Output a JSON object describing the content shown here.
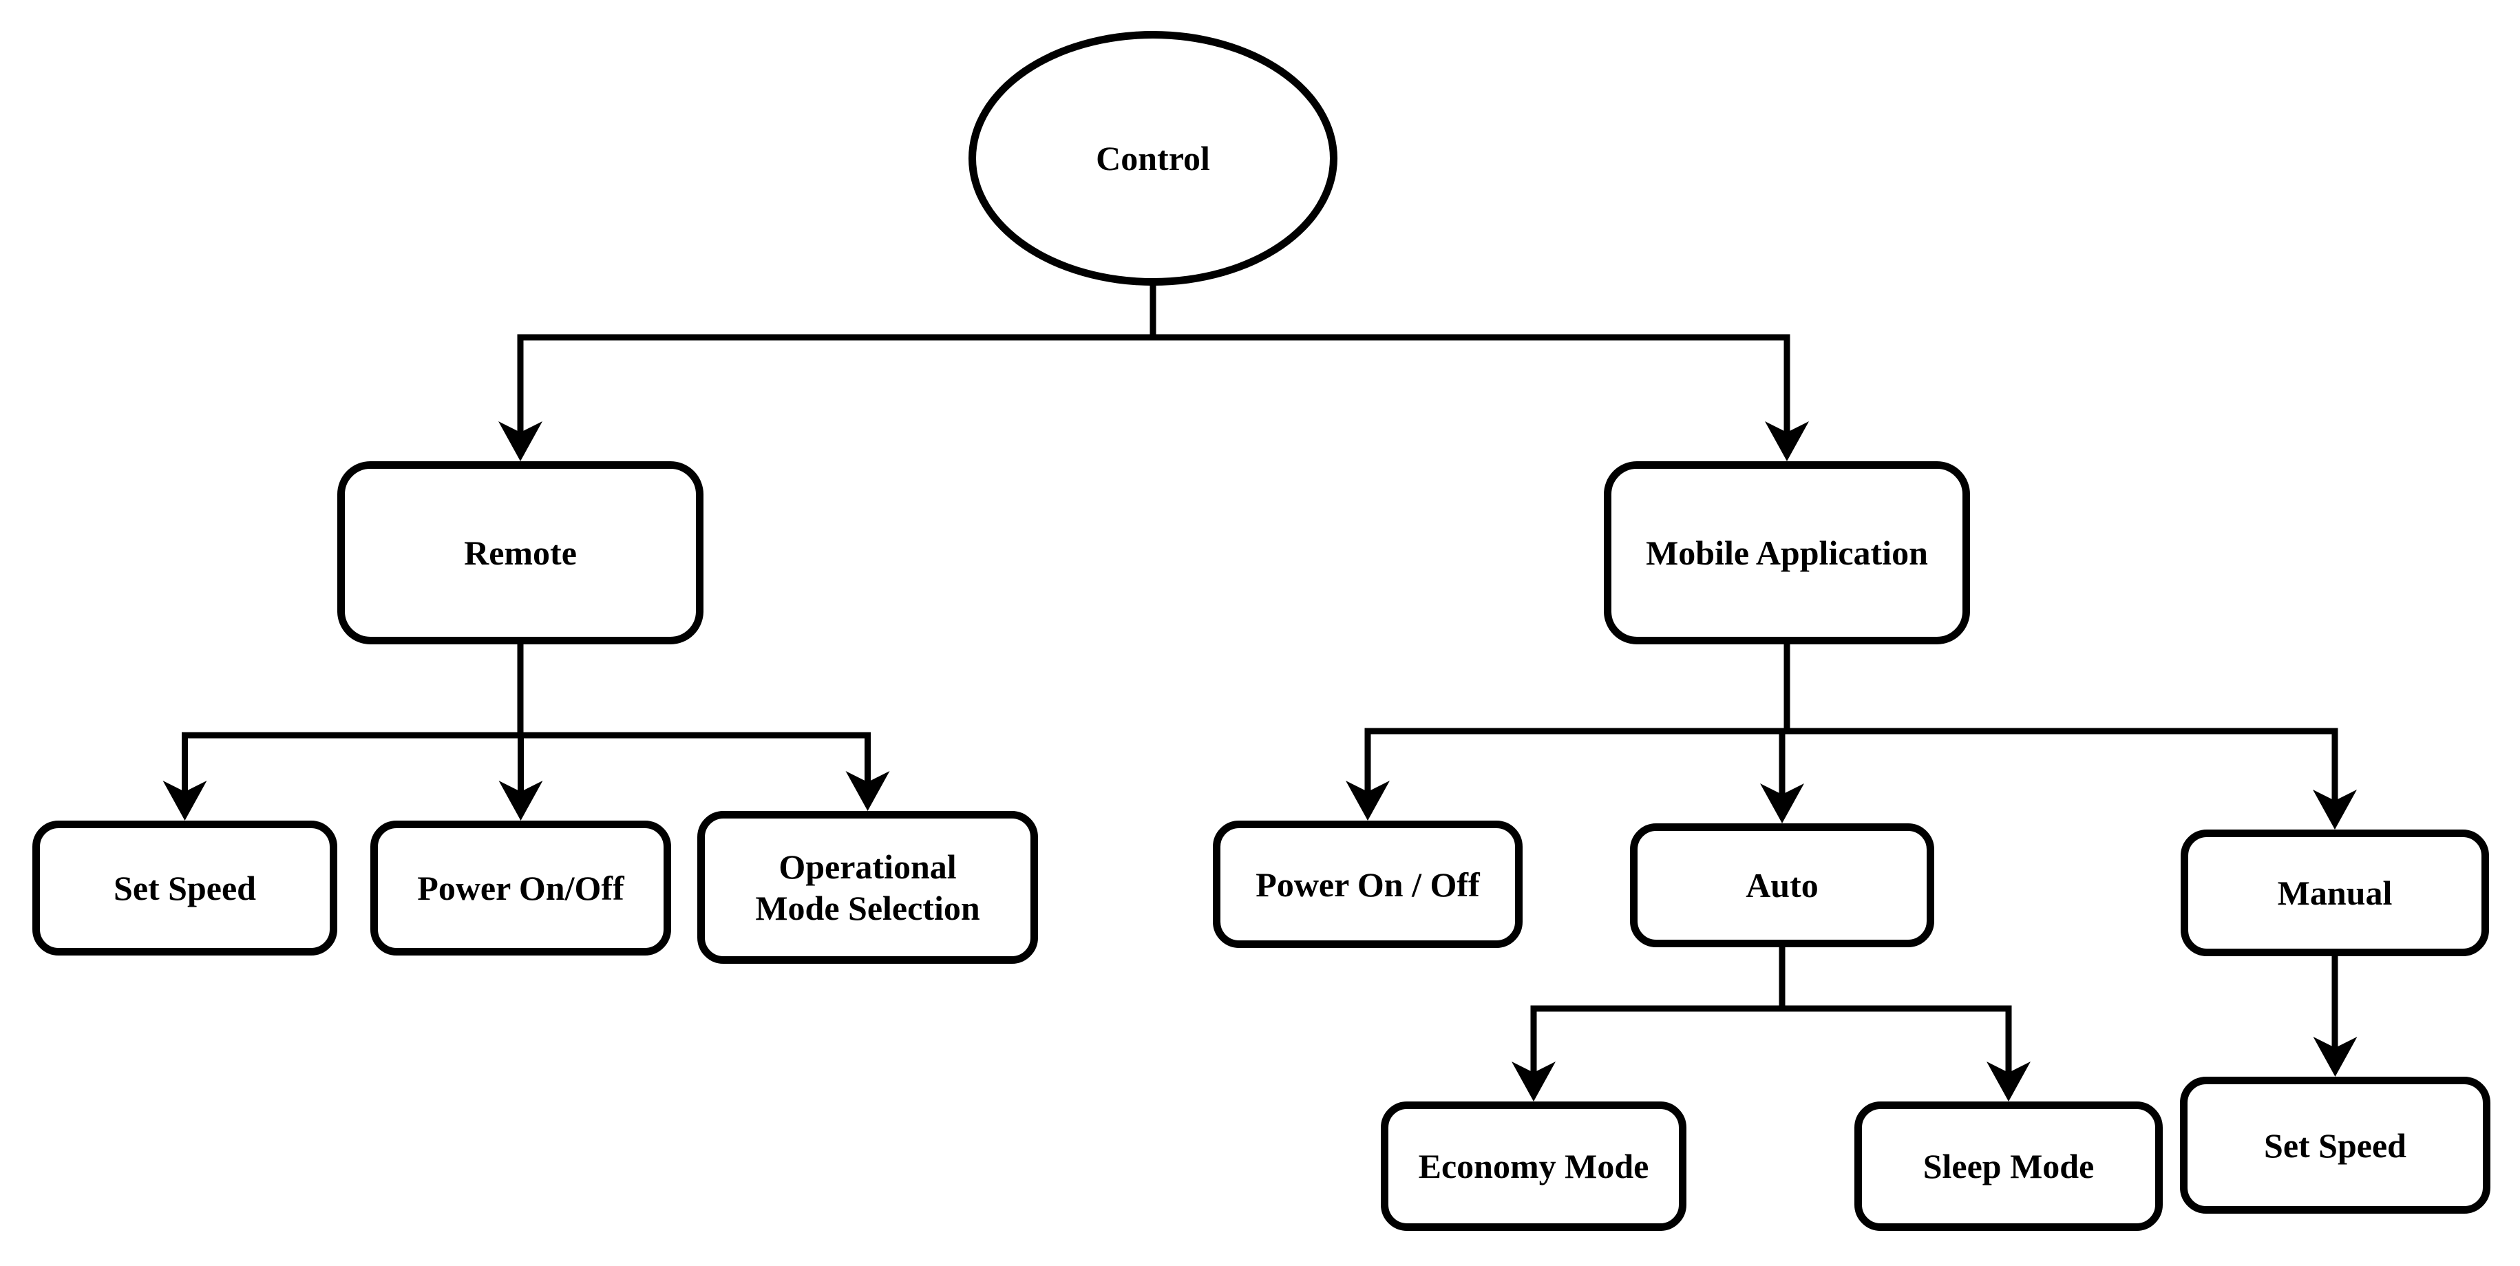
{
  "diagram": {
    "title": "Control hierarchy flowchart",
    "colors": {
      "stroke": "#000000",
      "fill": "#ffffff",
      "text": "#000000"
    },
    "nodes": [
      {
        "id": "control",
        "label": "Control",
        "shape": "ellipse"
      },
      {
        "id": "remote",
        "label": "Remote",
        "shape": "rounded-rect"
      },
      {
        "id": "mobile-application",
        "label": "Mobile Application",
        "shape": "rounded-rect"
      },
      {
        "id": "set-speed-remote",
        "label": "Set Speed",
        "shape": "rounded-rect"
      },
      {
        "id": "power-on-off-remote",
        "label": "Power On/Off",
        "shape": "rounded-rect"
      },
      {
        "id": "operational-mode-selection",
        "label": "Operational Mode Selection",
        "lines": [
          "Operational",
          "Mode Selection"
        ],
        "shape": "rounded-rect"
      },
      {
        "id": "power-on-off-mobile",
        "label": "Power On / Off",
        "shape": "rounded-rect"
      },
      {
        "id": "auto",
        "label": "Auto",
        "shape": "rounded-rect"
      },
      {
        "id": "manual",
        "label": "Manual",
        "shape": "rounded-rect"
      },
      {
        "id": "economy-mode",
        "label": "Economy Mode",
        "shape": "rounded-rect"
      },
      {
        "id": "sleep-mode",
        "label": "Sleep Mode",
        "shape": "rounded-rect"
      },
      {
        "id": "set-speed-manual",
        "label": "Set Speed",
        "shape": "rounded-rect"
      }
    ],
    "edges": [
      {
        "from": "control",
        "to": "remote"
      },
      {
        "from": "control",
        "to": "mobile-application"
      },
      {
        "from": "remote",
        "to": "set-speed-remote"
      },
      {
        "from": "remote",
        "to": "power-on-off-remote"
      },
      {
        "from": "remote",
        "to": "operational-mode-selection"
      },
      {
        "from": "mobile-application",
        "to": "power-on-off-mobile"
      },
      {
        "from": "mobile-application",
        "to": "auto"
      },
      {
        "from": "mobile-application",
        "to": "manual"
      },
      {
        "from": "auto",
        "to": "economy-mode"
      },
      {
        "from": "auto",
        "to": "sleep-mode"
      },
      {
        "from": "manual",
        "to": "set-speed-manual"
      }
    ]
  }
}
